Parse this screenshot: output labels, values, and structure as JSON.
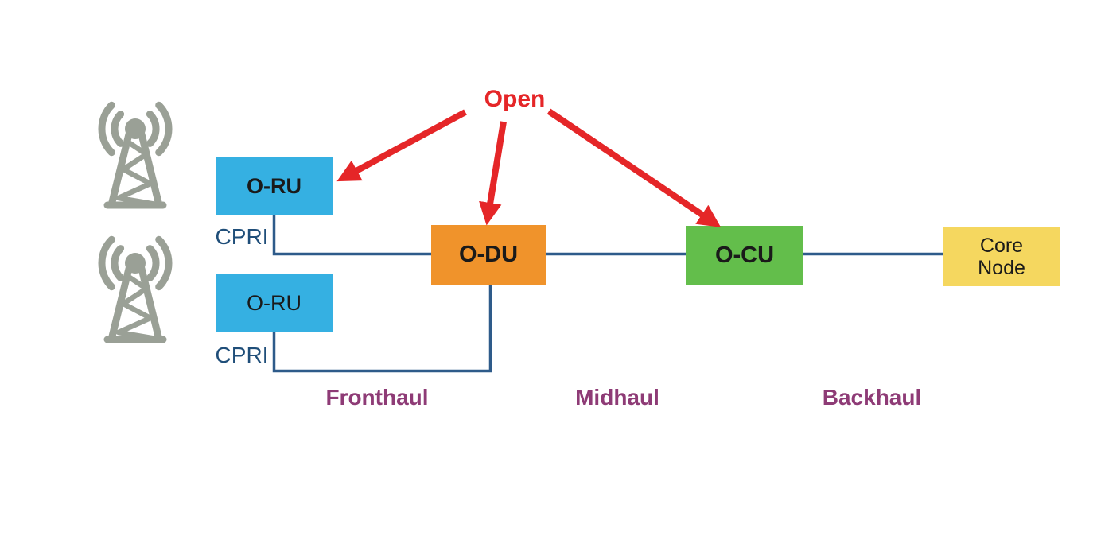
{
  "diagram": {
    "open_label": "Open",
    "nodes": {
      "oru_top": {
        "label": "O-RU"
      },
      "oru_bottom": {
        "label": "O-RU"
      },
      "odu": {
        "label": "O-DU"
      },
      "ocu": {
        "label": "O-CU"
      },
      "core": {
        "label": "Core\nNode"
      }
    },
    "interfaces": {
      "cpri_top": "CPRI",
      "cpri_bottom": "CPRI"
    },
    "segments": {
      "fronthaul": "Fronthaul",
      "midhaul": "Midhaul",
      "backhaul": "Backhaul"
    },
    "colors": {
      "oru_blue": "#35B0E2",
      "odu_orange": "#F0932B",
      "ocu_green": "#63BE4B",
      "core_yellow": "#F5D75F",
      "connector_blue": "#2E5B8A",
      "cpri_text_blue": "#1F4E79",
      "open_red": "#E52628",
      "segment_purple": "#8E3B76",
      "tower_gray": "#9AA096",
      "node_text": "#1A1A1A"
    }
  }
}
